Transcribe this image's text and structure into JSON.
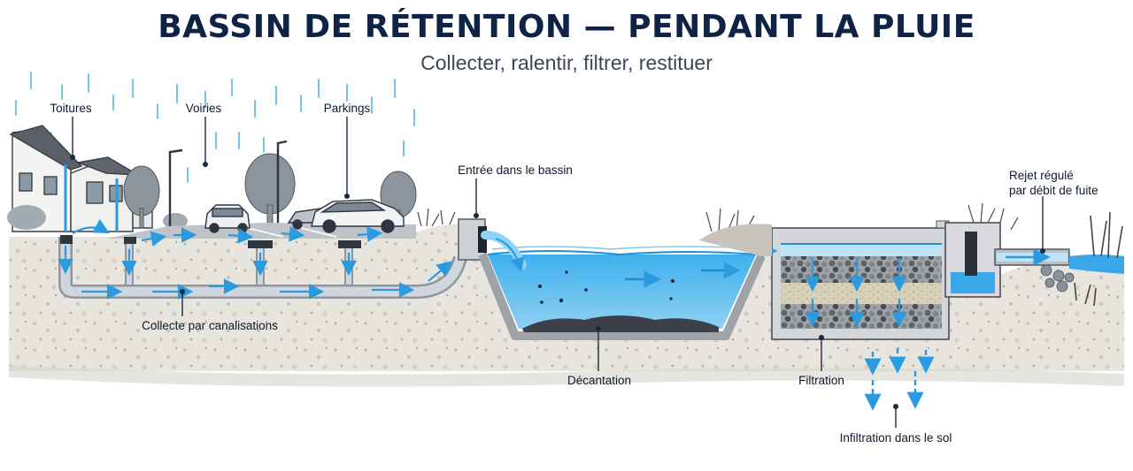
{
  "title": "BASSIN DE RÉTENTION — PENDANT LA PLUIE",
  "subtitle": "Collecter, ralentir, filtrer, restituer",
  "labels": {
    "roofs": "Toitures",
    "roads": "Voiries",
    "parkings": "Parkings",
    "inlet": "Entrée dans le bassin",
    "outlet_line1": "Rejet régulé",
    "outlet_line2": "par débit de fuite",
    "collection": "Collecte par canalisations",
    "settling": "Décantation",
    "filtration": "Filtration",
    "infiltration": "Infiltration dans le sol"
  },
  "colors": {
    "water": "#3aa8e8",
    "water_light": "#bfe4f7",
    "ground": "#e6e3dd",
    "ink": "#0f2347",
    "concrete": "#c9c9c9"
  },
  "icons": [
    "rain-drops",
    "house",
    "car",
    "tree",
    "street-lamp",
    "pipe",
    "grass",
    "reeds",
    "gravel",
    "flow-arrow"
  ]
}
